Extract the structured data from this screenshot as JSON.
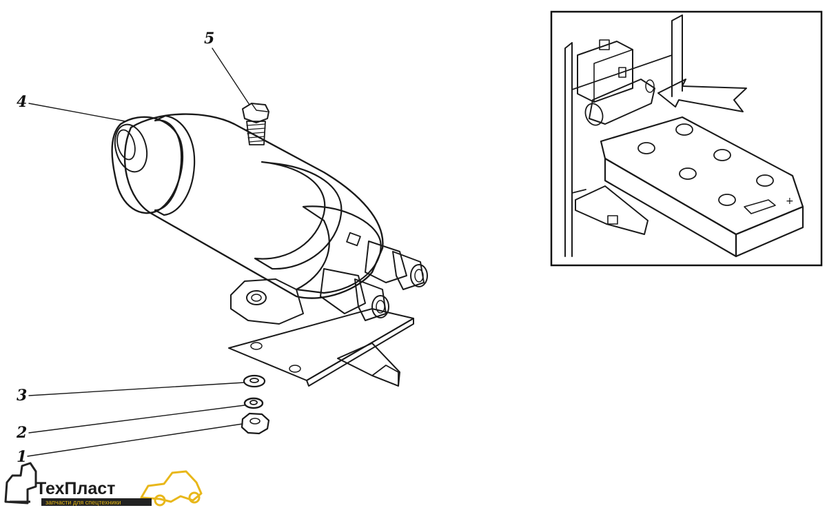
{
  "callouts": [
    {
      "id": "1",
      "label": "1"
    },
    {
      "id": "2",
      "label": "2"
    },
    {
      "id": "3",
      "label": "3"
    },
    {
      "id": "4",
      "label": "4"
    },
    {
      "id": "5",
      "label": "5"
    }
  ],
  "inset": {
    "plus_sign": "+"
  },
  "logo": {
    "title": "ТехПласт",
    "subtitle": "запчасти для спецтехники",
    "accent_color": "#e8b71a",
    "outline_color": "#222222"
  },
  "colors": {
    "ink": "#1a1a1a",
    "background": "#ffffff"
  }
}
